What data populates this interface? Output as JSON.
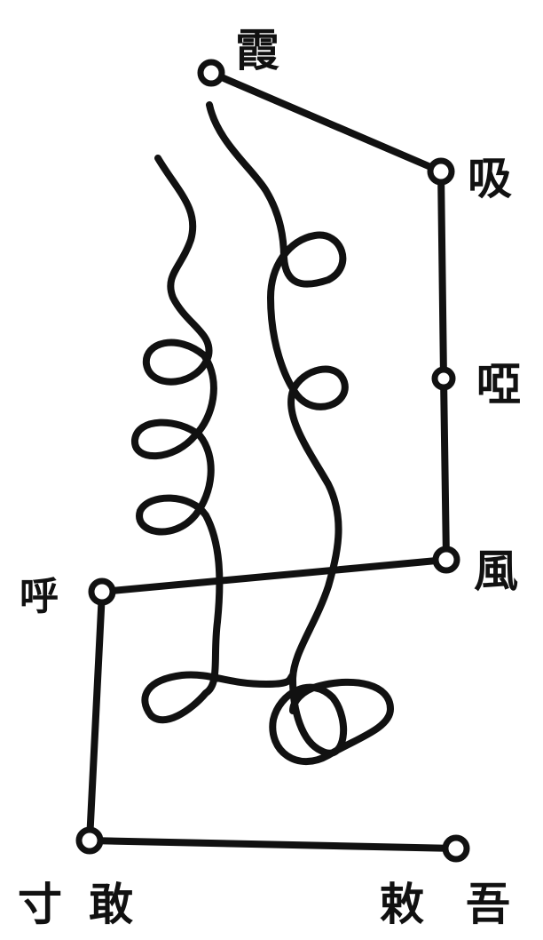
{
  "nodes": {
    "xia": "霞",
    "xi": "吸",
    "ya": "啞",
    "feng": "風",
    "hu": "呼"
  },
  "bottom_labels": {
    "cun_gan": [
      "寸",
      "敢"
    ],
    "chi_wu": [
      "敕",
      "吾"
    ]
  },
  "colors": {
    "ink": "#111111",
    "paper": "#ffffff"
  }
}
